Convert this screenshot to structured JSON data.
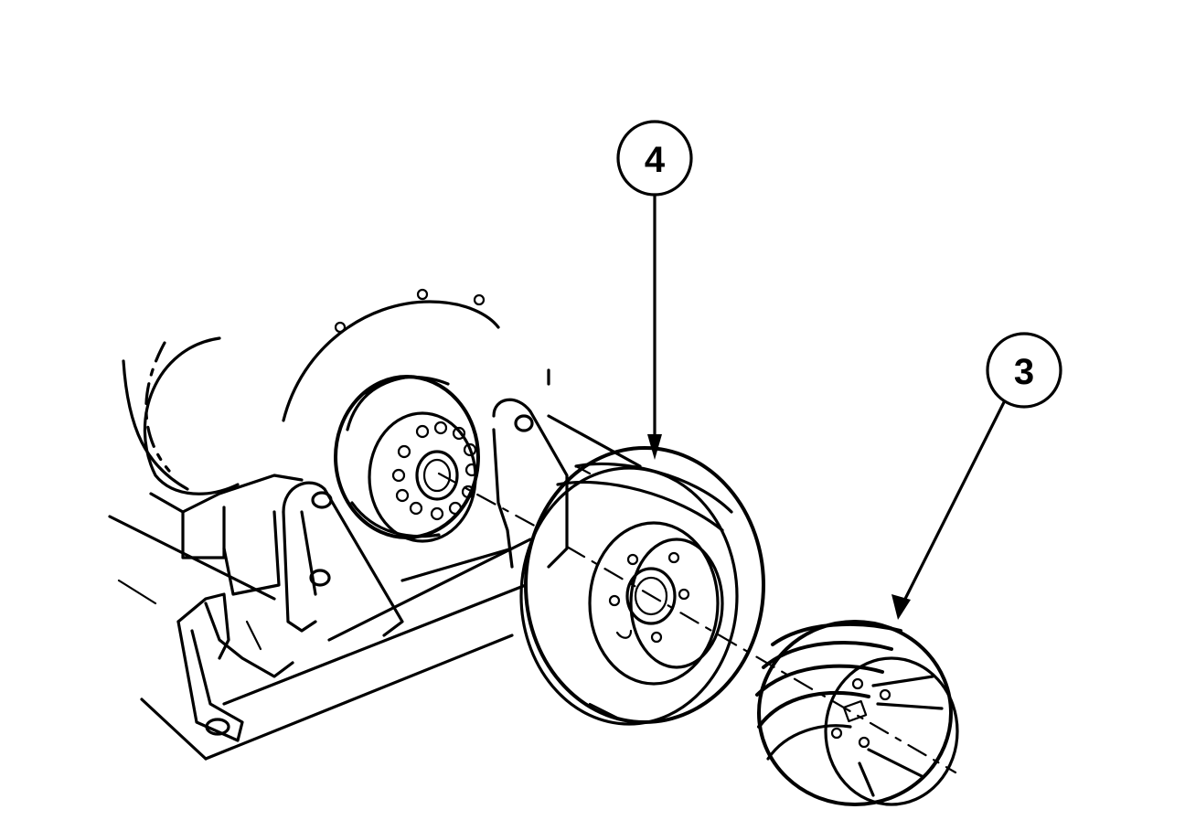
{
  "callouts": [
    {
      "id": "4",
      "label": "4"
    },
    {
      "id": "3",
      "label": "3"
    }
  ],
  "icons": {
    "hub": "hub-assembly-icon",
    "drum": "brake-drum-icon",
    "pulley": "pulley-icon"
  },
  "colors": {
    "ink": "#000000",
    "paper": "#ffffff"
  }
}
